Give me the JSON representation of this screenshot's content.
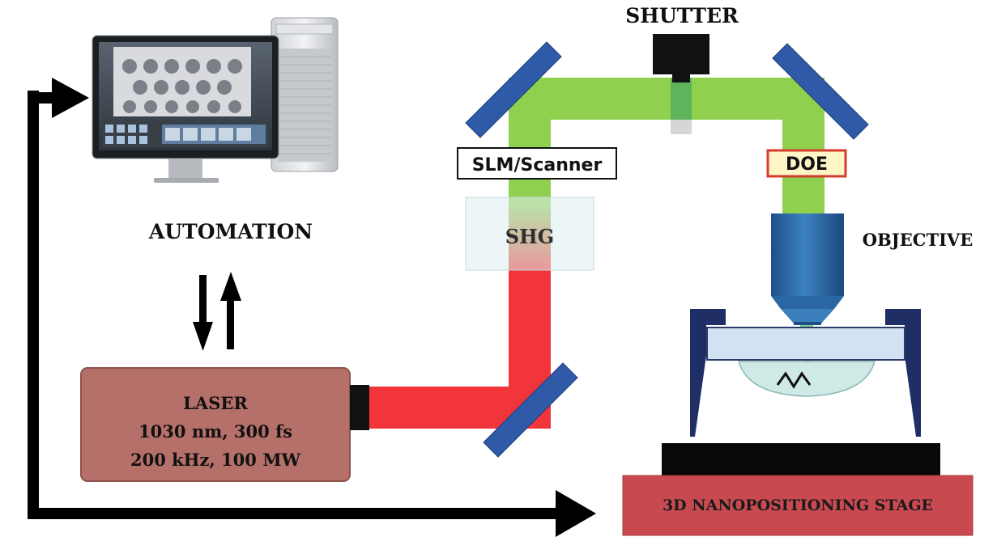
{
  "labels": {
    "shutter": "SHUTTER",
    "slm_scanner": "SLM/Scanner",
    "doe": "DOE",
    "shg": "SHG",
    "objective": "OBJECTIVE",
    "automation": "AUTOMATION",
    "laser": {
      "line1": "LASER",
      "line2": "1030 nm, 300 fs",
      "line3": "200 kHz, 100 MW"
    },
    "stage": "3D NANOPOSITIONING STAGE"
  },
  "colors": {
    "green_beam": "#8fd14f",
    "red_beam": "#f2353a",
    "mirror": "#2f5aa8",
    "laser_box": "#b5706a",
    "stage": "#c84a50",
    "objective": "#2f6aa0",
    "doe_border": "#d43c2c"
  },
  "icons": [
    "computer-icon",
    "arrow-down-icon",
    "arrow-up-icon"
  ]
}
